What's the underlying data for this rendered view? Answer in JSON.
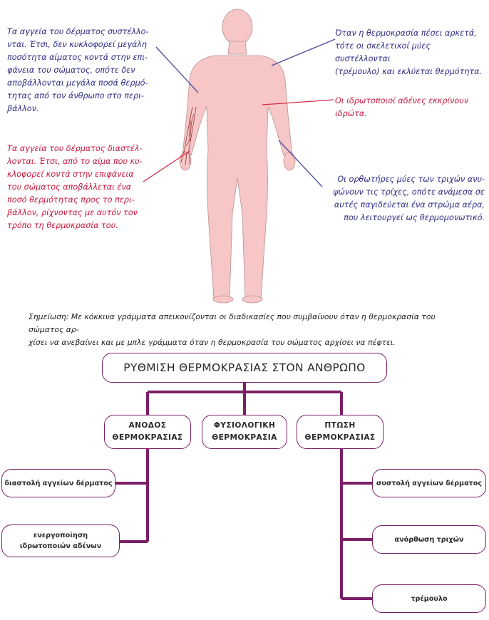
{
  "annotations": {
    "blue_vessels_constrict": "Τα αγγεία του δέρματος συστέλλο-\nνται. Έτσι, δεν κυκλοφορεί μεγάλη\nποσότητα αίματος κοντά στην επι-\nφάνεια του σώματος, οπότε δεν\nαποβάλλονται μεγάλα ποσά θερμό-\nτητας από τον άνθρωπο στο περι-\nβάλλον.",
    "red_vessels_dilate": "Τα αγγεία του δέρματος διαστέλ-\nλονται. Έτσι, από το αίμα που κυ-\nκλοφορεί κοντά στην επιφάνεια\nτου σώματος αποβάλλεται ένα\nποσό θερμότητας προς το περι-\nβάλλον, ρίχνοντας με αυτόν τον\nτρόπο τη θερμοκρασία του.",
    "blue_shivering": "Όταν η θερμοκρασία πέσει αρκετά,\nτότε οι σκελετικοί μύες συστέλλονται\n(τρέμουλο) και εκλύεται θερμότητα.",
    "red_sweat": "Οι ιδρωτοποιοί αδένες εκκρίνουν\nιδρώτα.",
    "blue_hair": "Οι ορθωτήρες μύες των τριχών ανυ-\nψώνουν τις τρίχες, οπότε ανάμεσα σε\nαυτές παγιδεύεται ένα στρώμα αέρα,\nπου λειτουργεί ως θερμομονωτικό."
  },
  "remark": "Σημείωση: Με κόκκινα γράμματα απεικονίζονται οι διαδικασίες που συμβαίνουν όταν η θερμοκρασία του σώματος αρ-\nχίσει να ανεβαίνει και με μπλε γράμματα όταν η θερμοκρασία του σώματος αρχίσει να  πέφτει.",
  "chart": {
    "title": "ΡΥΘΜΙΣΗ ΘΕΡΜΟΚΡΑΣΙΑΣ ΣΤΟΝ ΑΝΘΡΩΠΟ",
    "states": {
      "rise": "ΑΝΟΔΟΣ\nΘΕΡΜΟΚΡΑΣΙΑΣ",
      "normal": "ΦΥΣΙΟΛΟΓΙΚΗ\nΘΕΡΜΟΚΡΑΣΙΑ",
      "fall": "ΠΤΩΣΗ\nΘΕΡΜΟΚΡΑΣΙΑΣ"
    },
    "rise_responses": [
      "διαστολή αγγείων δέρματος",
      "ενεργοποίηση\nιδρωτοποιών αδένων"
    ],
    "fall_responses": [
      "συστολή αγγείων δέρματος",
      "ανόρθωση τριχών",
      "τρέμουλο"
    ]
  },
  "colors": {
    "skin": "#f7c6c6",
    "connector": "#7a1f66",
    "red_text": "#c8173c",
    "blue_text": "#2b2b86",
    "pointer_blue": "#4a4aa0",
    "pointer_red": "#d42a4a"
  }
}
